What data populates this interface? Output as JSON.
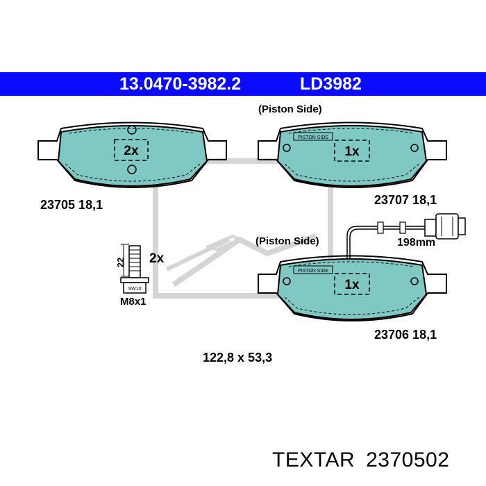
{
  "header": {
    "part_number": "13.0470-3982.2",
    "ld_code": "LD3982",
    "bg_color": "#0a0aff"
  },
  "pads": {
    "top_left": {
      "qty": "2x",
      "label": "23705 18,1"
    },
    "top_right": {
      "side_label": "(Piston Side)",
      "stamp": "PISTON SIDE",
      "qty": "1x",
      "label": "23707 18,1"
    },
    "bottom_right": {
      "side_label": "(Piston Side)",
      "stamp": "PISTON SIDE",
      "qty": "1x",
      "label": "23706 18,1",
      "wire_length": "198mm"
    },
    "fill_color": "#7fc8c4"
  },
  "bolt": {
    "length": "22",
    "qty": "2x",
    "thread": "M8x1",
    "head_mark": "SW10"
  },
  "dimensions": "122,8 x 53,3",
  "footer": {
    "brand": "TEXTAR",
    "article": "2370502"
  }
}
